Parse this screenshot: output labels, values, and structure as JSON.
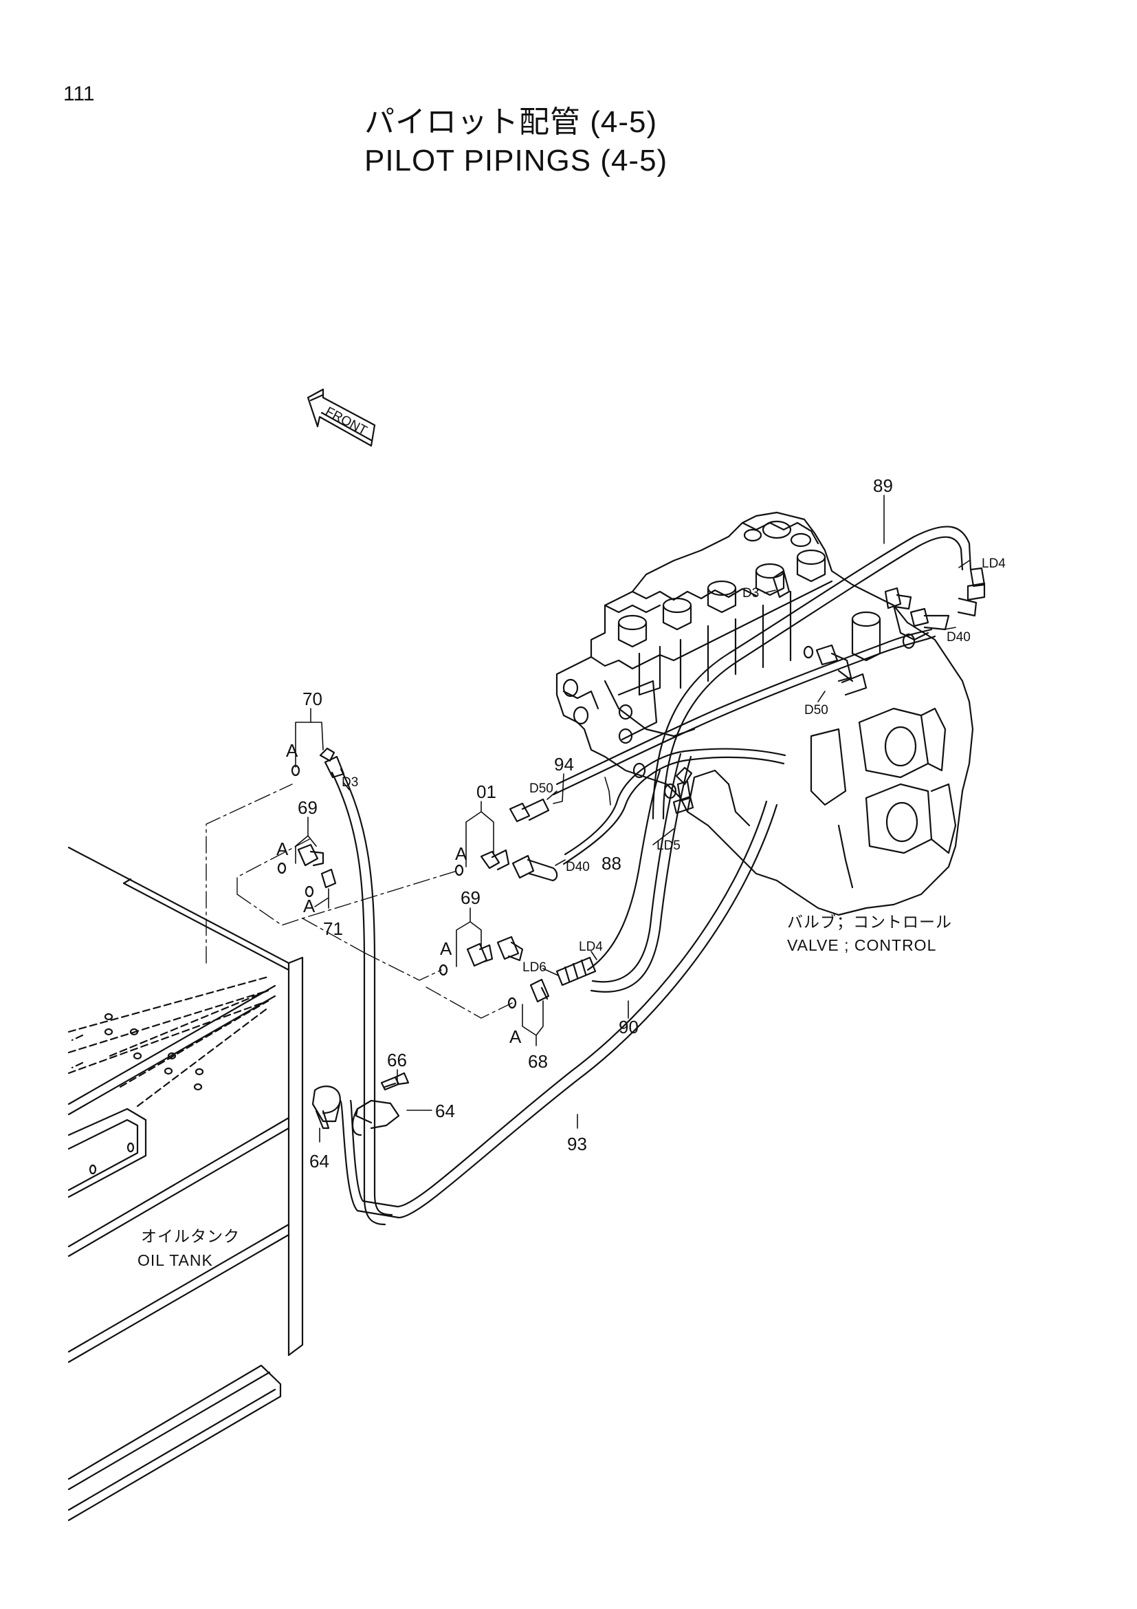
{
  "page_number": "111",
  "title": {
    "ja": "パイロット配管 (4-5)",
    "en": "PILOT PIPINGS (4-5)"
  },
  "front_marker": "FRONT",
  "callouts": {
    "p89": "89",
    "p70": "70",
    "p69a": "69",
    "p71": "71",
    "p01": "01",
    "p94": "94",
    "p88": "88",
    "p69b": "69",
    "p90": "90",
    "p68": "68",
    "p66": "66",
    "p64a": "64",
    "p64b": "64",
    "p93": "93"
  },
  "connection_marks": {
    "a1": "A",
    "a2": "A",
    "a3": "A",
    "a4": "A",
    "a5": "A",
    "a6": "A"
  },
  "port_labels": {
    "ld4_top": "LD4",
    "d3_top": "D3",
    "d40_top": "D40",
    "d50_top": "D50",
    "d3_left": "D3",
    "d50_mid": "D50",
    "d40_mid": "D40",
    "ld5": "LD5",
    "ld6": "LD6",
    "ld4_mid": "LD4"
  },
  "component_labels": {
    "valve_ja": "バルブ；コントロール",
    "valve_en": "VALVE ; CONTROL",
    "tank_ja": "オイルタンク",
    "tank_en": "OIL TANK"
  }
}
